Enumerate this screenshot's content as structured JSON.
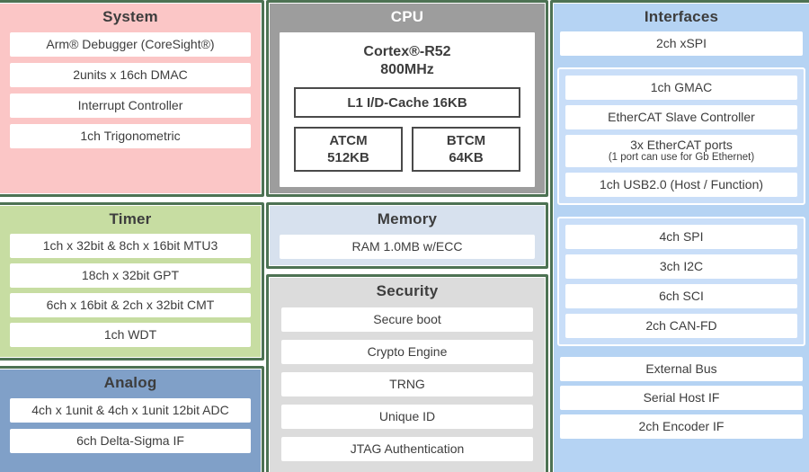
{
  "colors": {
    "green": "#4d7253",
    "pink": "#fbc6c6",
    "timer": "#c7dda2",
    "analog": "#80a0c8",
    "cpu": "#9d9d9d",
    "memory": "#d7e1ee",
    "security": "#dcdcdc",
    "ifc": "#b5d3f3",
    "ifc-inner": "#c9def8",
    "text": "#3d3d3d",
    "boxborder": "#4a4a4a"
  },
  "blocks": {
    "system": {
      "title": "System",
      "rows": [
        "Arm® Debugger (CoreSight®)",
        "2units x 16ch DMAC",
        "Interrupt Controller",
        "1ch Trigonometric"
      ]
    },
    "cpu": {
      "title": "CPU",
      "core": "Cortex®-R52",
      "freq": "800MHz",
      "cache": "L1 I/D-Cache 16KB",
      "atcm": {
        "name": "ATCM",
        "size": "512KB"
      },
      "btcm": {
        "name": "BTCM",
        "size": "64KB"
      }
    },
    "timer": {
      "title": "Timer",
      "rows": [
        "1ch x 32bit & 8ch x 16bit MTU3",
        "18ch x 32bit GPT",
        "6ch x 16bit & 2ch x 32bit CMT",
        "1ch WDT"
      ]
    },
    "memory": {
      "title": "Memory",
      "rows": [
        "RAM 1.0MB w/ECC"
      ]
    },
    "security": {
      "title": "Security",
      "rows": [
        "Secure boot",
        "Crypto Engine",
        "TRNG",
        "Unique ID",
        "JTAG Authentication"
      ]
    },
    "analog": {
      "title": "Analog",
      "rows": [
        "4ch x 1unit & 4ch x 1unit 12bit ADC",
        "6ch Delta-Sigma IF"
      ]
    },
    "interfaces": {
      "title": "Interfaces",
      "top_row": "2ch xSPI",
      "ethernet_group": {
        "rows": [
          {
            "main": "1ch GMAC"
          },
          {
            "main": "EtherCAT Slave Controller"
          },
          {
            "main": "3x EtherCAT ports",
            "sub": "(1 port can use for Gb Ethernet)"
          },
          {
            "main": "1ch USB2.0 (Host / Function)"
          }
        ]
      },
      "serial_group": {
        "rows": [
          "4ch SPI",
          "3ch I2C",
          "6ch SCI",
          "2ch CAN-FD"
        ]
      },
      "bottom_rows": [
        "External Bus",
        "Serial Host IF",
        "2ch Encoder IF"
      ]
    }
  }
}
